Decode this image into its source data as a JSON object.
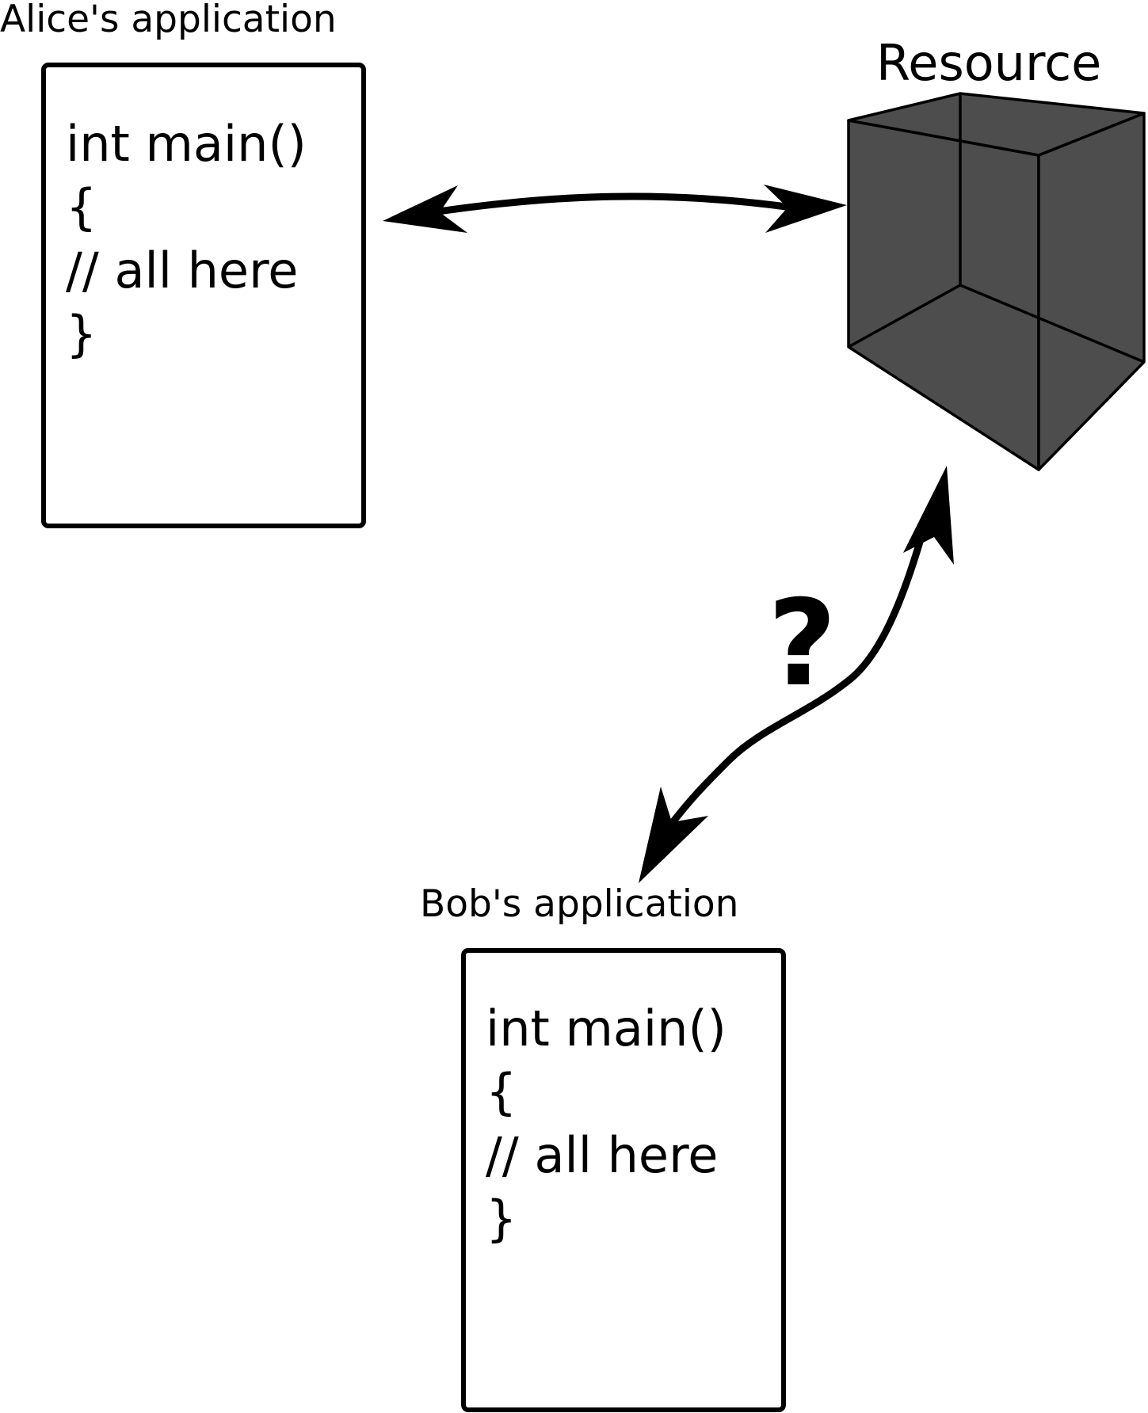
{
  "alice": {
    "title": "Alice's application",
    "code": [
      "int main()",
      "{",
      "// all here",
      "}"
    ]
  },
  "bob": {
    "title": "Bob's application",
    "code": [
      "int main()",
      "{",
      "// all here",
      "}"
    ]
  },
  "resource": {
    "title": "Resource",
    "color": "#4d4d4d"
  },
  "question_mark": "?",
  "connections": [
    {
      "from": "alice",
      "to": "resource",
      "style": "double-arrow"
    },
    {
      "from": "bob",
      "to": "resource",
      "style": "double-arrow",
      "label": "?"
    }
  ]
}
